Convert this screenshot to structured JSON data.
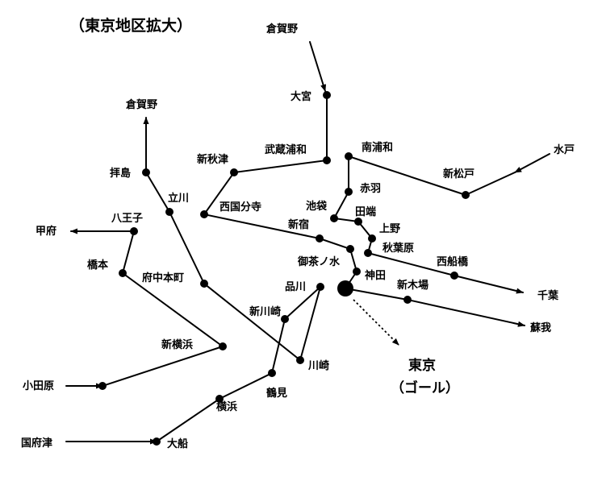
{
  "title": "（東京地区拡大）",
  "stations": {
    "kuragano_top": "倉賀野",
    "omiya": "大宮",
    "kuragano_left": "倉賀野",
    "haijima": "拝島",
    "shin_akitsu": "新秋津",
    "musashi_urawa": "武蔵浦和",
    "minami_urawa": "南浦和",
    "mito": "水戸",
    "shin_matsudo": "新松戸",
    "tachikawa": "立川",
    "nishi_kokubunji": "西国分寺",
    "ikebukuro": "池袋",
    "akabane": "赤羽",
    "tabata": "田端",
    "ueno": "上野",
    "hachioji": "八王子",
    "kofu": "甲府",
    "shinjuku": "新宿",
    "akihabara": "秋葉原",
    "nishi_funabashi": "西船橋",
    "hashimoto": "橋本",
    "fuchu_hommachi": "府中本町",
    "ochanomizu": "御茶ノ水",
    "kanda": "神田",
    "shinagawa": "品川",
    "shin_kiba": "新木場",
    "chiba": "千葉",
    "shin_kawasaki": "新川崎",
    "soga": "蘇我",
    "shin_yokohama": "新横浜",
    "kawasaki": "川崎",
    "odawara": "小田原",
    "tsurumi": "鶴見",
    "yokohama": "横浜",
    "kozu": "国府津",
    "ofuna": "大船"
  },
  "goal": {
    "name": "東京",
    "note": "（ゴール）"
  }
}
